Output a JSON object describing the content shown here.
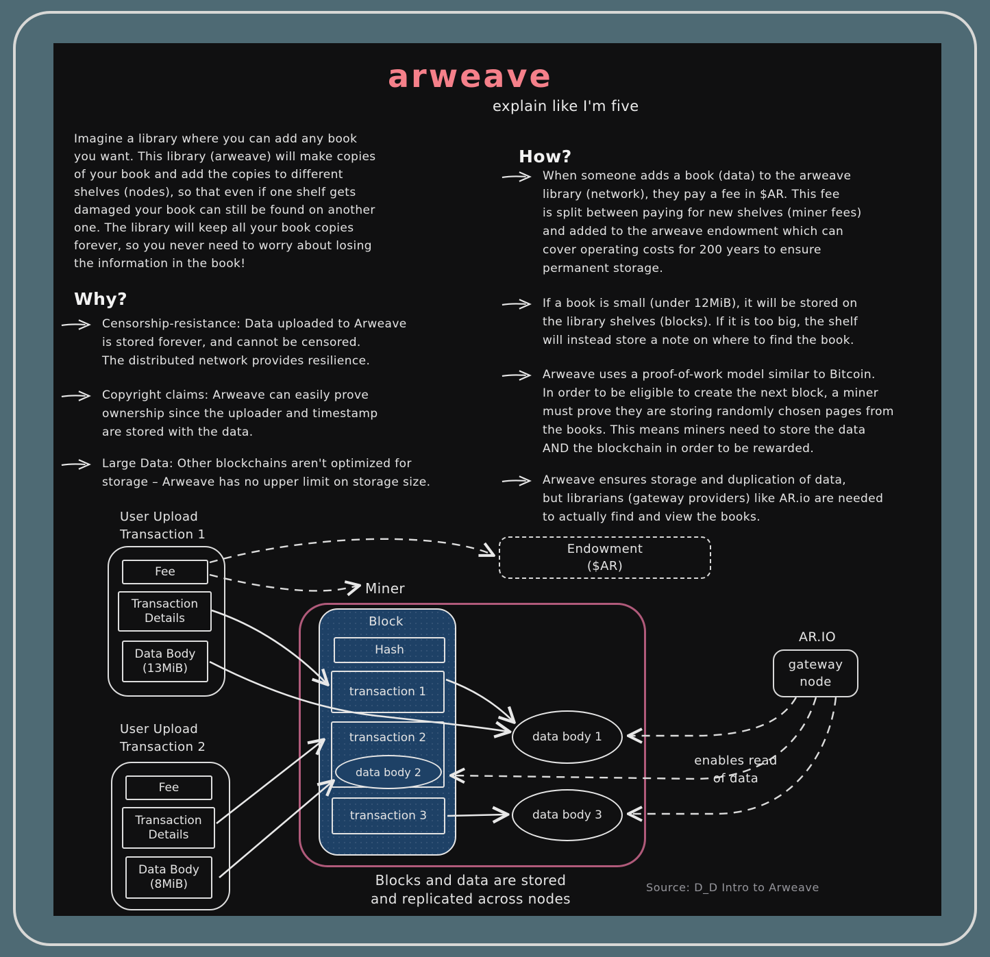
{
  "colors": {
    "background": "#4e6a74",
    "canvas": "#101011",
    "accent_title": "#f5808a",
    "block_fill": "#1e4166",
    "node_border": "#b05a7a",
    "ink": "#e8e8e8",
    "muted_source": "#95959b"
  },
  "header": {
    "title": "arweave",
    "subtitle": "explain like I'm five"
  },
  "intro": "Imagine a library where you can add any book\nyou want. This library (arweave) will make copies\nof your book and add the copies to different\nshelves (nodes), so that even if one shelf gets\ndamaged your book can still be found on another\none. The library will keep all your book copies\nforever, so you never need to worry about losing\nthe information in the book!",
  "why": {
    "heading": "Why?",
    "bullets": [
      "Censorship-resistance: Data uploaded to Arweave\nis stored forever, and cannot be censored.\nThe distributed network provides resilience.",
      "Copyright claims: Arweave can easily prove\nownership since the uploader and timestamp\nare stored with the data.",
      "Large Data: Other blockchains aren't optimized for\nstorage – Arweave has no upper limit on storage size."
    ]
  },
  "how": {
    "heading": "How?",
    "bullets": [
      "When someone adds a book (data) to the arweave\nlibrary (network), they pay a fee in $AR. This fee\nis split between paying for new shelves (miner fees)\nand added to the arweave endowment which can\ncover operating costs for 200 years to ensure\npermanent storage.",
      "If a book is small (under 12MiB), it will be stored on\nthe library shelves (blocks). If it is too big, the shelf\nwill instead store a note on where to find the book.",
      "Arweave uses a proof-of-work model similar to Bitcoin.\nIn order to be eligible to create the next block, a miner\nmust prove they are storing randomly chosen pages from\nthe books. This means miners need to store the data\nAND the blockchain in order to be rewarded.",
      "Arweave ensures storage and duplication of data,\nbut librarians (gateway providers) like AR.io are needed\nto actually find and view the books."
    ]
  },
  "diagram": {
    "tx1": {
      "label": "User Upload\nTransaction 1",
      "fee": "Fee",
      "details": "Transaction\nDetails",
      "data_body": "Data Body\n(13MiB)"
    },
    "tx2": {
      "label": "User Upload\nTransaction 2",
      "fee": "Fee",
      "details": "Transaction\nDetails",
      "data_body": "Data Body\n(8MiB)"
    },
    "endowment": "Endowment\n($AR)",
    "miner": "Miner",
    "block": {
      "label": "Block",
      "hash": "Hash",
      "transaction1": "transaction 1",
      "transaction2": "transaction 2",
      "transaction3": "transaction 3",
      "data_body2": "data body 2"
    },
    "data_body1": "data body 1",
    "data_body3": "data body 3",
    "ario": "AR.IO",
    "gateway": "gateway\nnode",
    "enables_read": "enables read\nof data",
    "caption": "Blocks and data are stored\nand replicated across nodes",
    "source": "Source: D_D Intro to Arweave"
  }
}
